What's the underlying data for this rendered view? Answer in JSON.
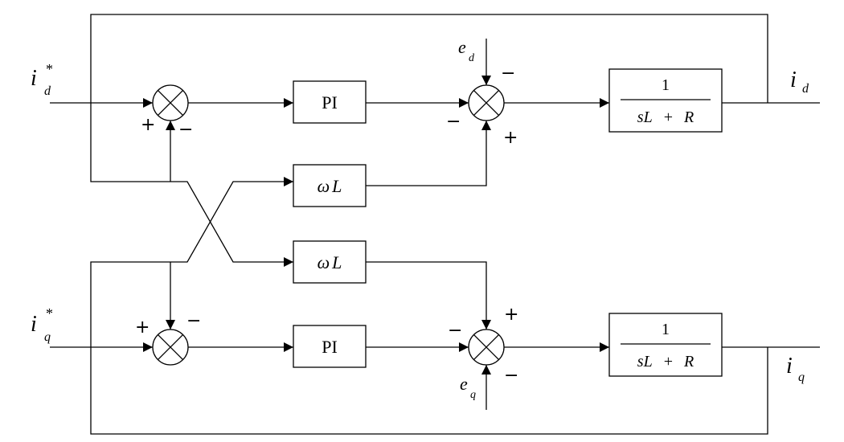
{
  "blocks": {
    "pi_label": "PI",
    "coupling_omega": "ω",
    "coupling_L": "L",
    "plant_numerator": "1",
    "plant_denominator_s": "s",
    "plant_denominator_L": "L",
    "plant_denominator_plus": "+",
    "plant_denominator_R": "R"
  },
  "signals": {
    "current_symbol": "i",
    "d_subscript": "d",
    "q_subscript": "q",
    "reference_mark": "*",
    "emf_symbol": "e"
  },
  "signs": {
    "plus": "+",
    "minus": "−"
  }
}
